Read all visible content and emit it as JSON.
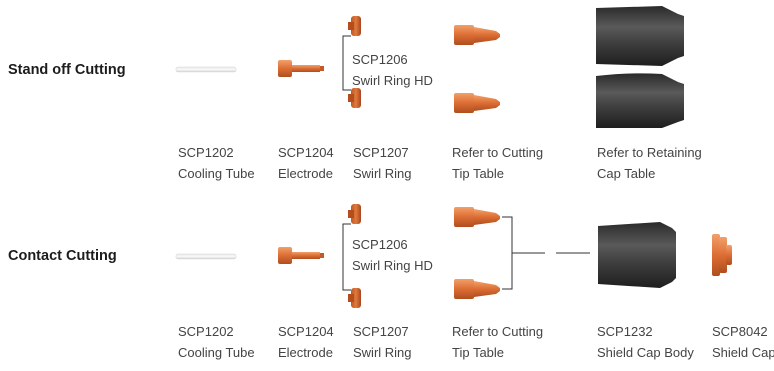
{
  "rows": [
    {
      "label": "Stand off Cutting",
      "swirl_hd": {
        "part": "SCP1206",
        "name": "Swirl Ring HD"
      },
      "captions": [
        {
          "part": "SCP1202",
          "name": "Cooling Tube"
        },
        {
          "part": "SCP1204",
          "name": "Electrode"
        },
        {
          "part": "SCP1207",
          "name": "Swirl Ring"
        },
        {
          "part": "Refer to Cutting",
          "name": "Tip Table"
        },
        {
          "part": "Refer to Retaining",
          "name": "Cap Table"
        }
      ]
    },
    {
      "label": "Contact Cutting",
      "swirl_hd": {
        "part": "SCP1206",
        "name": "Swirl Ring HD"
      },
      "captions": [
        {
          "part": "SCP1202",
          "name": "Cooling Tube"
        },
        {
          "part": "SCP1204",
          "name": "Electrode"
        },
        {
          "part": "SCP1207",
          "name": "Swirl Ring"
        },
        {
          "part": "Refer to Cutting",
          "name": "Tip Table"
        },
        {
          "part": "SCP1232",
          "name": "Shield Cap Body"
        },
        {
          "part": "SCP8042",
          "name": "Shield Cap"
        }
      ]
    }
  ],
  "colors": {
    "copper": "#e07a3e",
    "copper_dark": "#a8461c",
    "cap": "#3e3e3e",
    "line": "#333333"
  }
}
